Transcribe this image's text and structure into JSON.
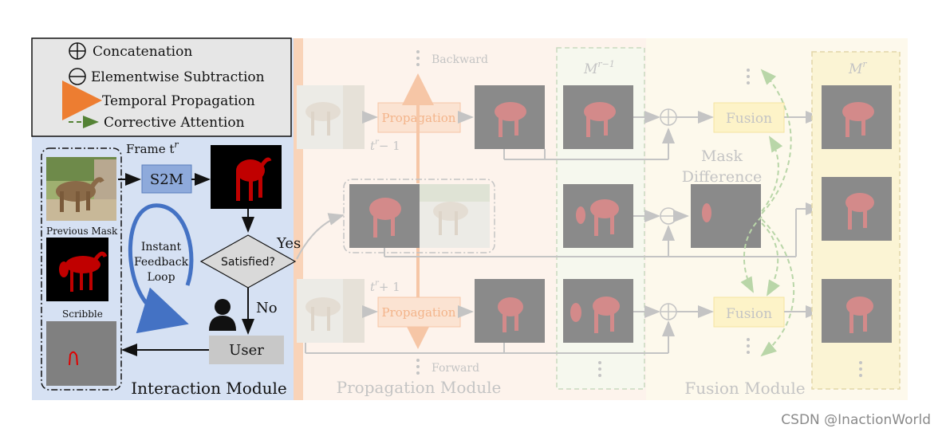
{
  "legend": {
    "concatenation": "Concatenation",
    "subtraction": "Elementwise Subtraction",
    "temporal": "Temporal Propagation",
    "corrective": "Corrective Attention"
  },
  "interaction": {
    "frame_label": "Frame t",
    "frame_sup": "r",
    "s2m": "S2M",
    "previous_mask": "Previous Mask",
    "scribble": "Scribble",
    "loop_line1": "Instant",
    "loop_line2": "Feedback",
    "loop_line3": "Loop",
    "satisfied": "Satisfied?",
    "yes": "Yes",
    "no": "No",
    "user": "User",
    "title": "Interaction Module"
  },
  "propagation": {
    "backward": "Backward",
    "forward": "Forward",
    "propagation_label": "Propagation",
    "t_minus": "− 1",
    "t_plus": "+ 1",
    "title": "Propagation Module"
  },
  "fusion": {
    "m_prev": "r−1",
    "m_cur": "r",
    "mask_line1": "Mask",
    "mask_line2": "Difference",
    "fusion_label": "Fusion",
    "title": "Fusion Module"
  },
  "colors": {
    "interaction_bg": "#d6e1f3",
    "legend_bg": "#e6e6e6",
    "propagation_bg": "#fdf3ec",
    "fusion_bg": "#fdf9ec",
    "loop_arrow": "#4472c4",
    "s2m_fill": "#8eaadb",
    "user_fill": "#c8c8c8",
    "orange": "#ed7d31",
    "green_dash": "#70ad47",
    "mask_red": "#c00000"
  },
  "watermark": "CSDN @InactionWorld"
}
